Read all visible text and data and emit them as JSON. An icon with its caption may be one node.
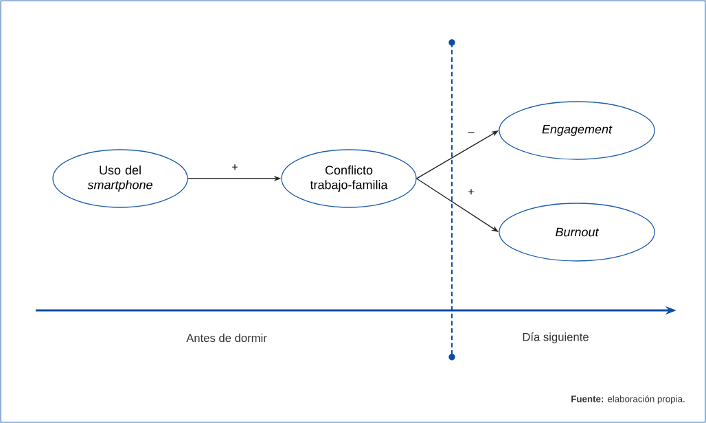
{
  "diagram": {
    "nodes": [
      {
        "text": [
          "Uso del *smartphone*"
        ]
      },
      {
        "text": [
          "Conflicto trabajo-familia"
        ]
      },
      {
        "text": [
          "Engagement"
        ]
      },
      {
        "text": [
          "Burnout"
        ]
      }
    ],
    "edges": [
      {
        "from": 0,
        "to": 1,
        "arrow": "to",
        "label": "+"
      },
      {
        "from": 1,
        "to": 2,
        "arrow": "to",
        "label": "–"
      },
      {
        "from": 1,
        "to": 3,
        "arrow": "to",
        "label": "+"
      }
    ],
    "labels": [
      "Antes de dormir",
      "Día siguiente",
      "**Fuente:** elaboración propia."
    ]
  }
}
